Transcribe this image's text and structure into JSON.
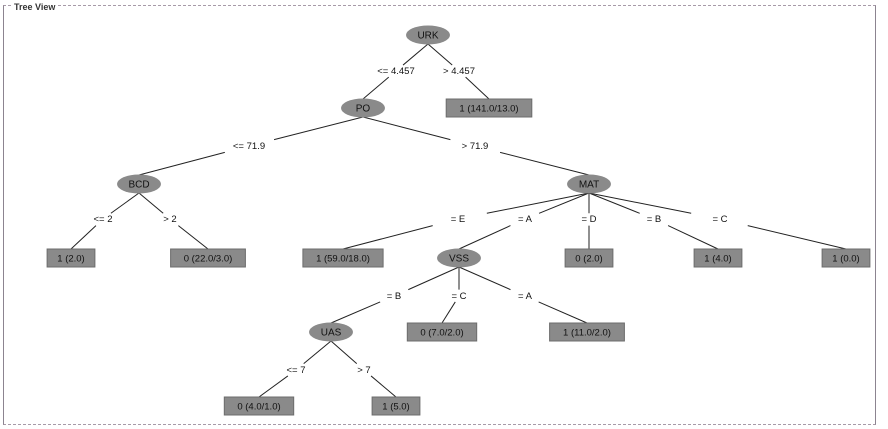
{
  "panel": {
    "title": "Tree View"
  },
  "colors": {
    "node_fill": "#8a8a8a",
    "leaf_fill": "#8a8a8a",
    "edge": "#222222",
    "text": "#111111"
  },
  "tree": {
    "nodes": [
      {
        "id": "URK",
        "label": "URK",
        "type": "split"
      },
      {
        "id": "PO",
        "label": "PO",
        "type": "split"
      },
      {
        "id": "L1",
        "label": "1 (141.0/13.0)",
        "type": "leaf"
      },
      {
        "id": "BCD",
        "label": "BCD",
        "type": "split"
      },
      {
        "id": "MAT",
        "label": "MAT",
        "type": "split"
      },
      {
        "id": "L2",
        "label": "1 (2.0)",
        "type": "leaf"
      },
      {
        "id": "L3",
        "label": "0 (22.0/3.0)",
        "type": "leaf"
      },
      {
        "id": "L4",
        "label": "1 (59.0/18.0)",
        "type": "leaf"
      },
      {
        "id": "VSS",
        "label": "VSS",
        "type": "split"
      },
      {
        "id": "L5",
        "label": "0 (2.0)",
        "type": "leaf"
      },
      {
        "id": "L6",
        "label": "1 (4.0)",
        "type": "leaf"
      },
      {
        "id": "L7",
        "label": "1 (0.0)",
        "type": "leaf"
      },
      {
        "id": "UAS",
        "label": "UAS",
        "type": "split"
      },
      {
        "id": "L8",
        "label": "0 (7.0/2.0)",
        "type": "leaf"
      },
      {
        "id": "L9",
        "label": "1 (11.0/2.0)",
        "type": "leaf"
      },
      {
        "id": "L10",
        "label": "0 (4.0/1.0)",
        "type": "leaf"
      },
      {
        "id": "L11",
        "label": "1 (5.0)",
        "type": "leaf"
      }
    ],
    "edges": [
      {
        "from": "URK",
        "to": "PO",
        "label": "<= 4.457"
      },
      {
        "from": "URK",
        "to": "L1",
        "label": "> 4.457"
      },
      {
        "from": "PO",
        "to": "BCD",
        "label": "<= 71.9"
      },
      {
        "from": "PO",
        "to": "MAT",
        "label": "> 71.9"
      },
      {
        "from": "BCD",
        "to": "L2",
        "label": "<= 2"
      },
      {
        "from": "BCD",
        "to": "L3",
        "label": "> 2"
      },
      {
        "from": "MAT",
        "to": "L4",
        "label": "= E"
      },
      {
        "from": "MAT",
        "to": "VSS",
        "label": "= A"
      },
      {
        "from": "MAT",
        "to": "L5",
        "label": "= D"
      },
      {
        "from": "MAT",
        "to": "L6",
        "label": "= B"
      },
      {
        "from": "MAT",
        "to": "L7",
        "label": "= C"
      },
      {
        "from": "VSS",
        "to": "UAS",
        "label": "= B"
      },
      {
        "from": "VSS",
        "to": "L8",
        "label": "= C"
      },
      {
        "from": "VSS",
        "to": "L9",
        "label": "= A"
      },
      {
        "from": "UAS",
        "to": "L10",
        "label": "<= 7"
      },
      {
        "from": "UAS",
        "to": "L11",
        "label": "> 7"
      }
    ]
  }
}
